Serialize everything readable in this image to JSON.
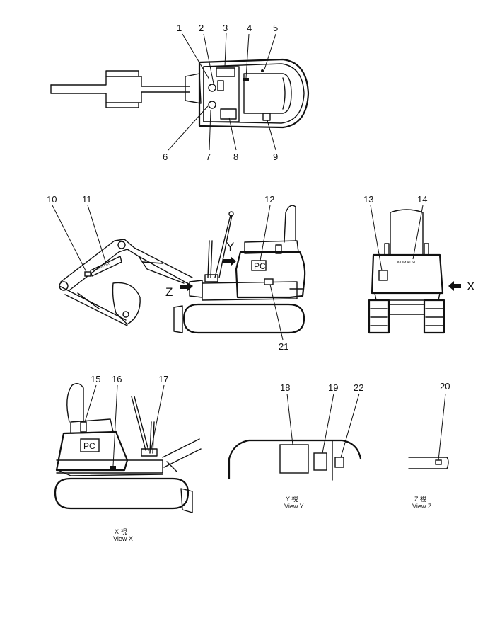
{
  "callouts": [
    {
      "id": "c1",
      "text": "1"
    },
    {
      "id": "c2",
      "text": "2"
    },
    {
      "id": "c3",
      "text": "3"
    },
    {
      "id": "c4",
      "text": "4"
    },
    {
      "id": "c5",
      "text": "5"
    },
    {
      "id": "c6",
      "text": "6"
    },
    {
      "id": "c7",
      "text": "7"
    },
    {
      "id": "c8",
      "text": "8"
    },
    {
      "id": "c9",
      "text": "9"
    },
    {
      "id": "c10",
      "text": "10"
    },
    {
      "id": "c11",
      "text": "11"
    },
    {
      "id": "c12",
      "text": "12"
    },
    {
      "id": "c13",
      "text": "13"
    },
    {
      "id": "c14",
      "text": "14"
    },
    {
      "id": "c15",
      "text": "15"
    },
    {
      "id": "c16",
      "text": "16"
    },
    {
      "id": "c17",
      "text": "17"
    },
    {
      "id": "c18",
      "text": "18"
    },
    {
      "id": "c19",
      "text": "19"
    },
    {
      "id": "c20",
      "text": "20"
    },
    {
      "id": "c21",
      "text": "21"
    },
    {
      "id": "c22",
      "text": "22"
    }
  ],
  "view_arrows": {
    "x": "X",
    "y": "Y",
    "z": "Z"
  },
  "view_labels": {
    "view_x_cn": "X 視",
    "view_x": "View X",
    "view_y_cn": "Y 視",
    "view_y": "View Y",
    "view_z_cn": "Z 視",
    "view_z": "View Z"
  },
  "decal_text": {
    "pc_side": "PC",
    "pc_left": "PC",
    "brand_boom": "KOMATSU",
    "brand_rear": "KOMATSU"
  }
}
